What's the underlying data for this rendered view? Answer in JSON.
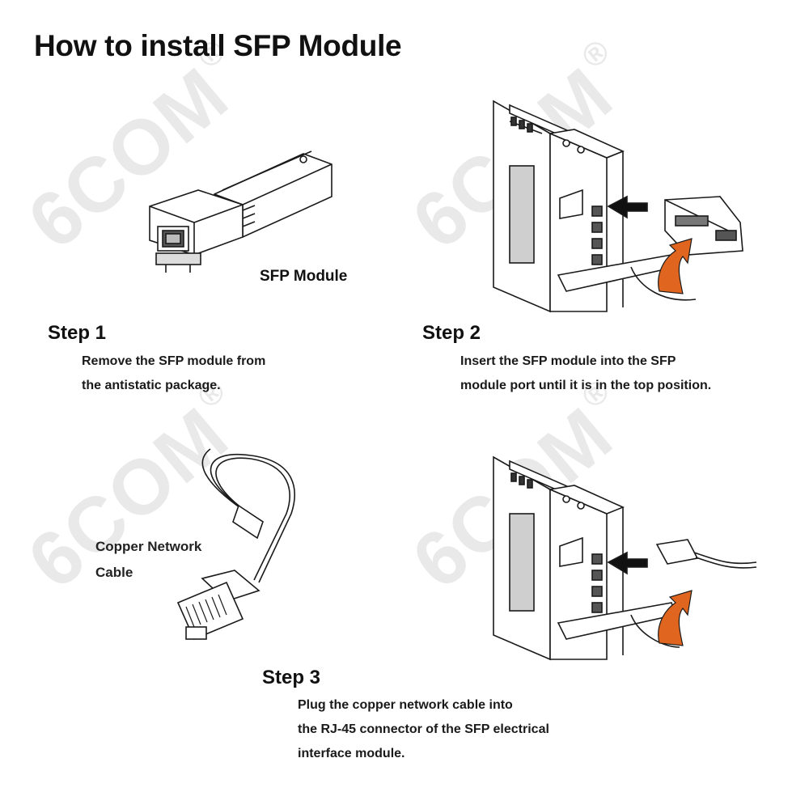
{
  "title": "How to install SFP Module",
  "watermark": "6COM",
  "watermark_mark": "®",
  "labels": {
    "sfp_module": "SFP Module",
    "copper_line1": "Copper Network",
    "copper_line2": "Cable"
  },
  "steps": [
    {
      "heading": "Step 1",
      "lines": [
        "Remove the SFP module from",
        "the antistatic package."
      ]
    },
    {
      "heading": "Step 2",
      "lines": [
        "Insert the SFP module into the SFP",
        "module port until it is in the top position."
      ]
    },
    {
      "heading": "Step 3",
      "lines": [
        "Plug the copper network cable into",
        "the RJ-45 connector of the SFP electrical",
        "interface module."
      ]
    }
  ],
  "colors": {
    "accent_orange": "#e0661f",
    "line": "#1a1a1a",
    "panel_gray": "#cfcfcf"
  }
}
